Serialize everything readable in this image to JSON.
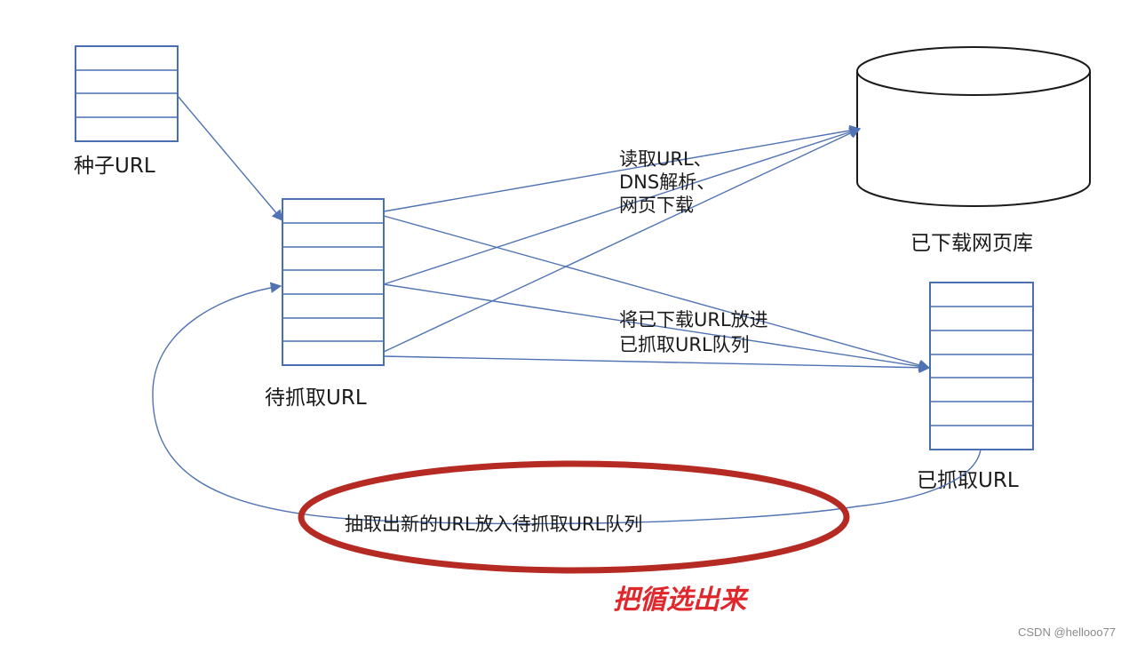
{
  "nodes": {
    "seed_queue": {
      "label": "种子URL",
      "rows": 4
    },
    "pending_queue": {
      "label": "待抓取URL",
      "rows": 7
    },
    "downloaded_db": {
      "label": "已下载网页库"
    },
    "crawled_queue": {
      "label": "已抓取URL",
      "rows": 7
    }
  },
  "edges": {
    "download": {
      "lines": [
        "读取URL、",
        "DNS解析、",
        "网页下载"
      ]
    },
    "to_crawled": {
      "lines": [
        "将已下载URL放进",
        "已抓取URL队列"
      ]
    },
    "extract_new": {
      "text": "抽取出新的URL放入待抓取URL队列"
    }
  },
  "annotation": {
    "handwritten": "把循选出来"
  },
  "watermark": "CSDN @hellooo77",
  "colors": {
    "line": "#4f73b3",
    "box_stroke": "#4a6fb0",
    "highlight": "#b52a22",
    "handwriting": "#e0282c"
  }
}
